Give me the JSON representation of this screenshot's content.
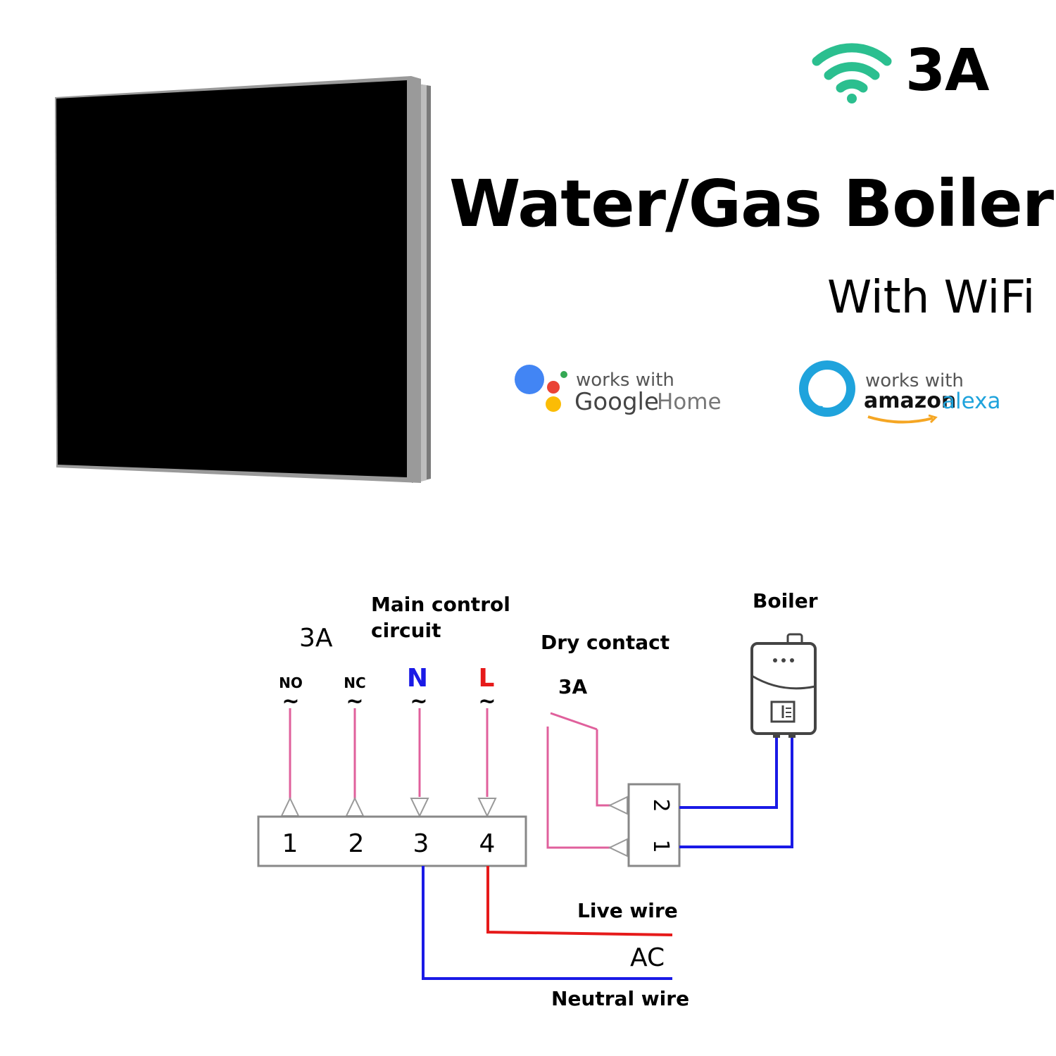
{
  "product": {
    "rating": "3A",
    "title": "Water/Gas Boiler",
    "subtitle": "With WiFi"
  },
  "badges": {
    "google": {
      "top": "works with",
      "brand": "Google",
      "suffix": "Home"
    },
    "alexa": {
      "top": "works with",
      "brand": "amazon",
      "suffix": "alexa"
    }
  },
  "colors": {
    "wifi": "#2bbf8f",
    "panel": "#000000",
    "panel_frame": "#9a9a9a",
    "wire_pink": "#e0609c",
    "wire_blue": "#1a1ae6",
    "wire_red": "#e61a1a",
    "label_blue": "#1a1ae6",
    "label_red": "#e61a1a",
    "google_blue": "#4285f4",
    "google_red": "#ea4335",
    "google_yellow": "#fbbc05",
    "google_green": "#34a853",
    "alexa_blue": "#1fa3dc"
  },
  "icons": {
    "wifi": "wifi-icon",
    "google": "google-assistant-icon",
    "alexa": "alexa-ring-icon",
    "boiler": "boiler-icon"
  },
  "diagram": {
    "rating": "3A",
    "main_control_line1": "Main control",
    "main_control_line2": "circuit",
    "terminals": [
      {
        "top": "NO",
        "tilde": "~",
        "number": "1"
      },
      {
        "top": "NC",
        "tilde": "~",
        "number": "2"
      },
      {
        "top": "N",
        "tilde": "~",
        "number": "3"
      },
      {
        "top": "L",
        "tilde": "~",
        "number": "4"
      }
    ],
    "dry_contact": "Dry contact",
    "dry_rating": "3A",
    "boiler": "Boiler",
    "boiler_terminals": [
      "2",
      "1"
    ],
    "live_wire": "Live wire",
    "ac": "AC",
    "neutral_wire": "Neutral wire"
  }
}
